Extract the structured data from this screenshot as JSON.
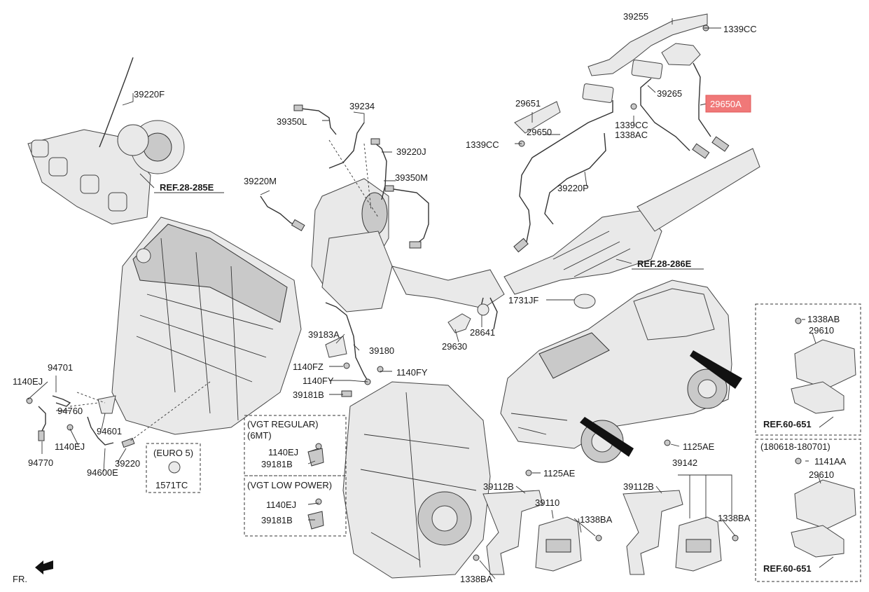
{
  "parts": {
    "p39255": "39255",
    "p1339CC_top": "1339CC",
    "p29650A": "29650A",
    "p39265": "39265",
    "p1339CC_mid": "1339CC",
    "p1338AC": "1338AC",
    "p29651": "29651",
    "p29650": "29650",
    "p1339CC_left": "1339CC",
    "p39220P": "39220P",
    "p39220F": "39220F",
    "p39234": "39234",
    "p39350L": "39350L",
    "p39220J": "39220J",
    "p39350M": "39350M",
    "p39220M": "39220M",
    "p1731JF": "1731JF",
    "p28641": "28641",
    "p29630": "29630",
    "p39183A": "39183A",
    "p39180": "39180",
    "p1140FZ": "1140FZ",
    "p1140FY_left": "1140FY",
    "p1140FY_right": "1140FY",
    "p39181B": "39181B",
    "p94701": "94701",
    "p1140EJ_a": "1140EJ",
    "p94760": "94760",
    "p94601": "94601",
    "p1140EJ_b": "1140EJ",
    "p94770": "94770",
    "p94600E": "94600E",
    "p39220": "39220",
    "p1571TC": "1571TC",
    "p1140EJ_reg": "1140EJ",
    "p39181B_reg": "39181B",
    "p1140EJ_low": "1140EJ",
    "p39181B_low": "39181B",
    "p1125AE_a": "1125AE",
    "p39112B_a": "39112B",
    "p39110": "39110",
    "p1338BA_a": "1338BA",
    "p1338BA_b": "1338BA",
    "p1125AE_b": "1125AE",
    "p39142": "39142",
    "p39112B_b": "39112B",
    "p1338BA_c": "1338BA",
    "p1338AB": "1338AB",
    "p29610_a": "29610",
    "p1141AA": "1141AA",
    "p29610_b": "29610",
    "fr": "FR."
  },
  "refs": {
    "ref_28_285E": "REF.28-285E",
    "ref_28_286E": "REF.28-286E",
    "ref_60_651_a": "REF.60-651",
    "ref_60_651_b": "REF.60-651"
  },
  "groups": {
    "euro5": "(EURO 5)",
    "vgt_regular": "(VGT REGULAR)",
    "six_mt": "(6MT)",
    "vgt_low_power": "(VGT LOW POWER)",
    "date_range": "(180618-180701)"
  },
  "highlight_color": "#f07878"
}
